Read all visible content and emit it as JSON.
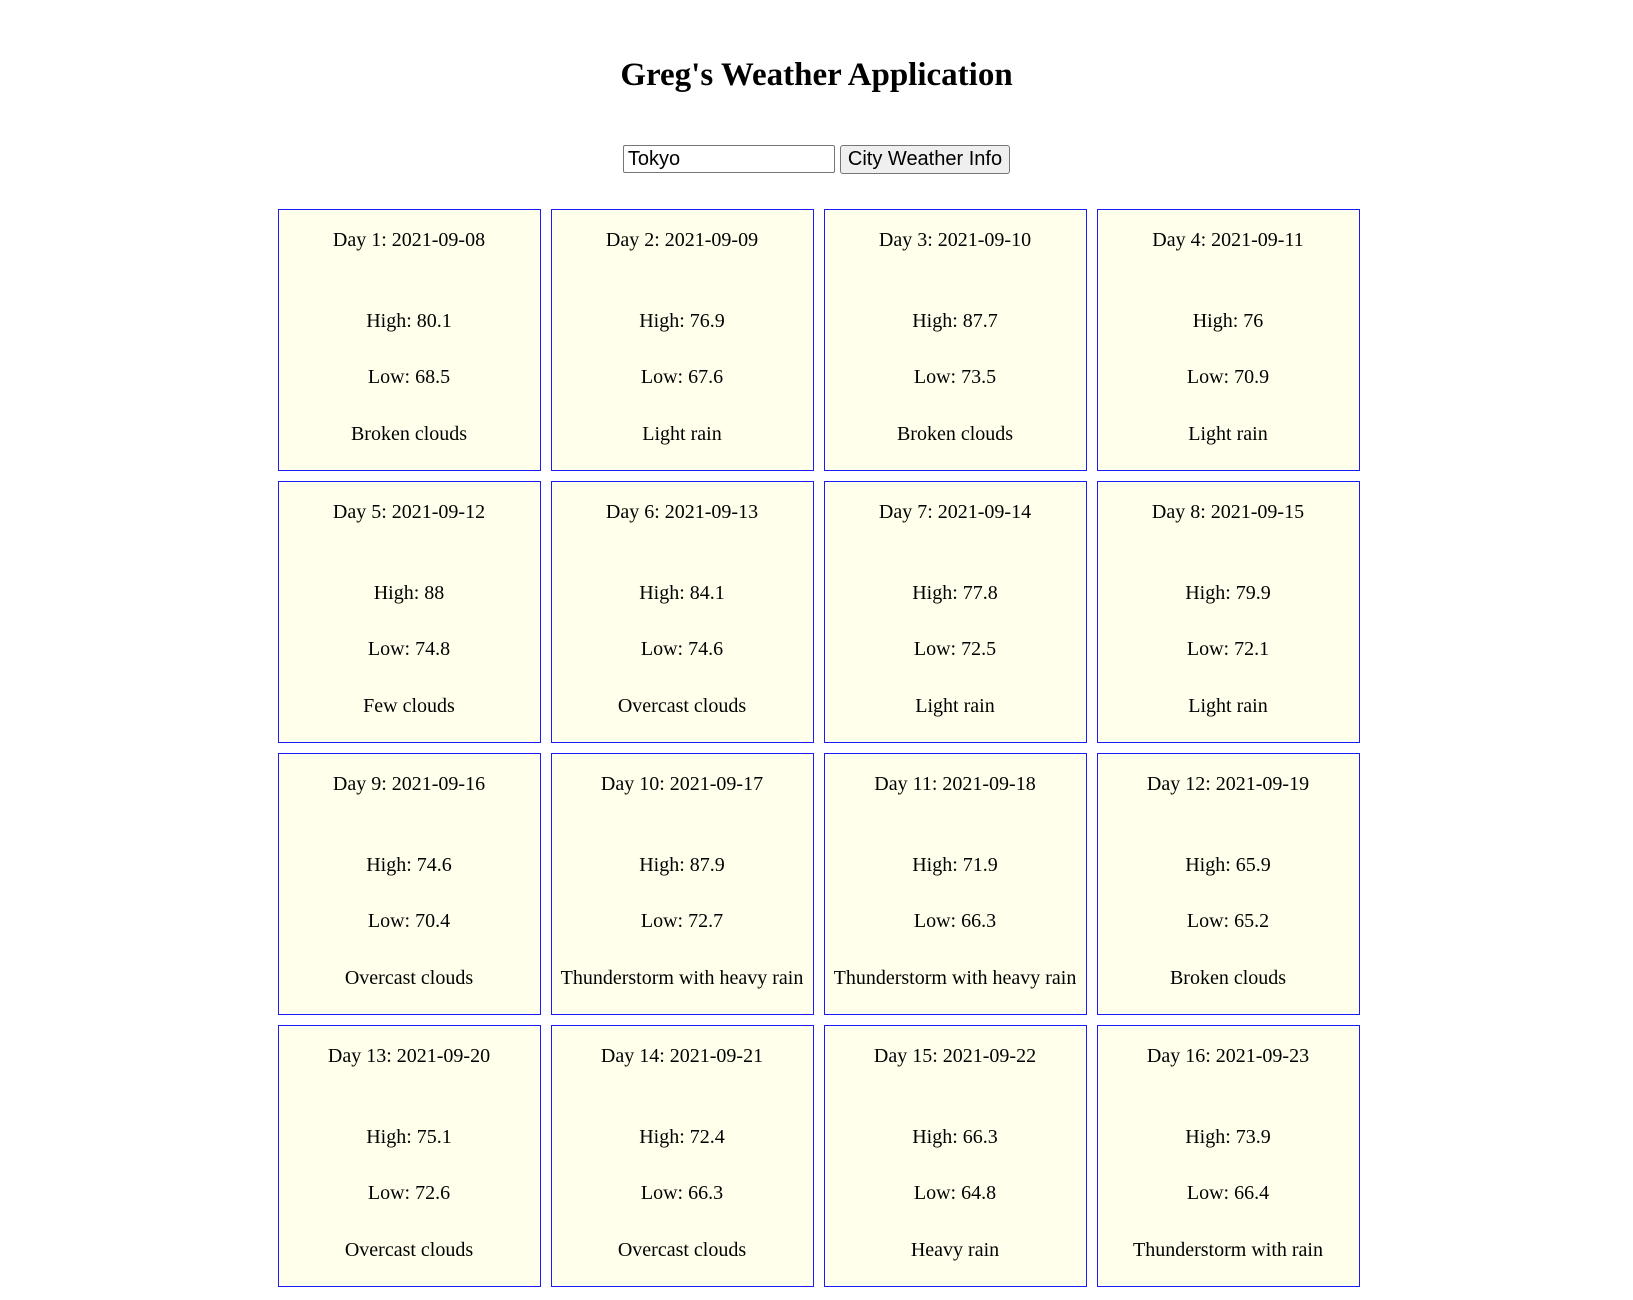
{
  "header": {
    "title": "Greg's Weather Application"
  },
  "search": {
    "value": "Tokyo",
    "button_label": "City Weather Info"
  },
  "forecast": [
    {
      "date": "Day 1: 2021-09-08",
      "high": "High: 80.1",
      "low": "Low: 68.5",
      "desc": "Broken clouds"
    },
    {
      "date": "Day 2: 2021-09-09",
      "high": "High: 76.9",
      "low": "Low: 67.6",
      "desc": "Light rain"
    },
    {
      "date": "Day 3: 2021-09-10",
      "high": "High: 87.7",
      "low": "Low: 73.5",
      "desc": "Broken clouds"
    },
    {
      "date": "Day 4: 2021-09-11",
      "high": "High: 76",
      "low": "Low: 70.9",
      "desc": "Light rain"
    },
    {
      "date": "Day 5: 2021-09-12",
      "high": "High: 88",
      "low": "Low: 74.8",
      "desc": "Few clouds"
    },
    {
      "date": "Day 6: 2021-09-13",
      "high": "High: 84.1",
      "low": "Low: 74.6",
      "desc": "Overcast clouds"
    },
    {
      "date": "Day 7: 2021-09-14",
      "high": "High: 77.8",
      "low": "Low: 72.5",
      "desc": "Light rain"
    },
    {
      "date": "Day 8: 2021-09-15",
      "high": "High: 79.9",
      "low": "Low: 72.1",
      "desc": "Light rain"
    },
    {
      "date": "Day 9: 2021-09-16",
      "high": "High: 74.6",
      "low": "Low: 70.4",
      "desc": "Overcast clouds"
    },
    {
      "date": "Day 10: 2021-09-17",
      "high": "High: 87.9",
      "low": "Low: 72.7",
      "desc": "Thunderstorm with heavy rain"
    },
    {
      "date": "Day 11: 2021-09-18",
      "high": "High: 71.9",
      "low": "Low: 66.3",
      "desc": "Thunderstorm with heavy rain"
    },
    {
      "date": "Day 12: 2021-09-19",
      "high": "High: 65.9",
      "low": "Low: 65.2",
      "desc": "Broken clouds"
    },
    {
      "date": "Day 13: 2021-09-20",
      "high": "High: 75.1",
      "low": "Low: 72.6",
      "desc": "Overcast clouds"
    },
    {
      "date": "Day 14: 2021-09-21",
      "high": "High: 72.4",
      "low": "Low: 66.3",
      "desc": "Overcast clouds"
    },
    {
      "date": "Day 15: 2021-09-22",
      "high": "High: 66.3",
      "low": "Low: 64.8",
      "desc": "Heavy rain"
    },
    {
      "date": "Day 16: 2021-09-23",
      "high": "High: 73.9",
      "low": "Low: 66.4",
      "desc": "Thunderstorm with rain"
    }
  ],
  "colors": {
    "card_border": "#1a1aff",
    "card_background": "#ffffeb"
  }
}
